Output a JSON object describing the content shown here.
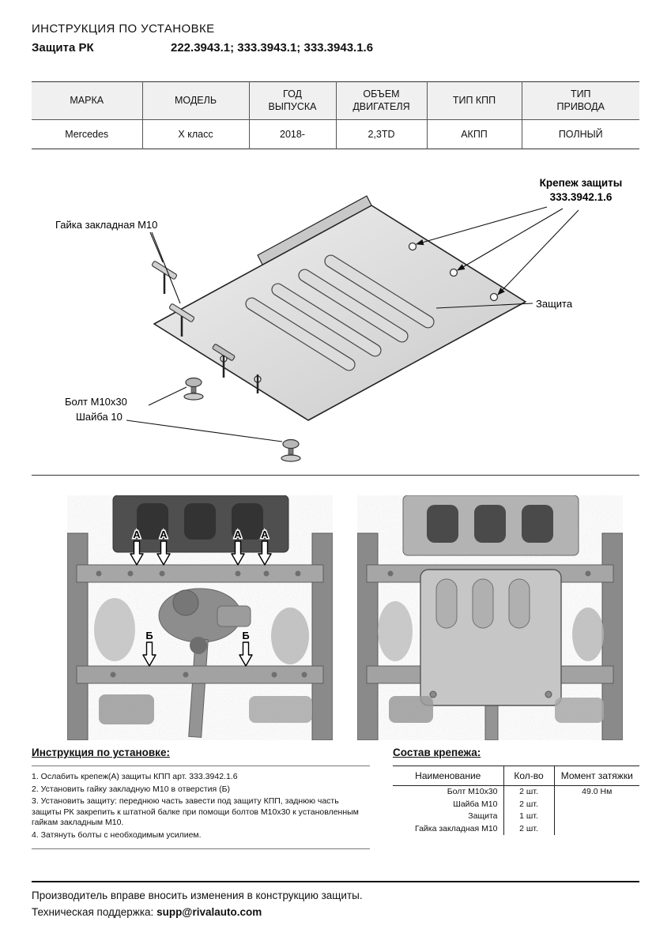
{
  "doc": {
    "title": "ИНСТРУКЦИЯ ПО УСТАНОВКЕ",
    "product": "Защита РК",
    "articles": "222.3943.1; 333.3943.1; 333.3943.1.6"
  },
  "spec_table": {
    "headers": [
      "МАРКА",
      "МОДЕЛЬ",
      "ГОД\nВЫПУСКА",
      "ОБЪЕМ\nДВИГАТЕЛЯ",
      "ТИП КПП",
      "ТИП\nПРИВОДА"
    ],
    "row": [
      "Mercedes",
      "X класс",
      "2018-",
      "2,3TD",
      "АКПП",
      "ПОЛНЫЙ"
    ]
  },
  "diagram": {
    "labels": {
      "fastener_title": "Крепеж защиты",
      "fastener_article": "333.3942.1.6",
      "rivet_nut": "Гайка закладная М10",
      "shield": "Защита",
      "bolt": "Болт М10х30",
      "washer": "Шайба 10"
    }
  },
  "photos": {
    "marker_a": "А",
    "marker_b": "Б"
  },
  "installation": {
    "title": "Инструкция по установке:",
    "steps": [
      "1. Ослабить крепеж(А) защиты КПП арт. 333.3942.1.6",
      "2. Установить гайку закладную М10 в отверстия (Б)",
      "3. Установить защиту: переднюю часть завести под защиту КПП, заднюю часть защиты РК закрепить к штатной балке при помощи болтов М10х30 к установленным гайкам закладным М10.",
      "4. Затянуть болты с необходимым усилием."
    ]
  },
  "hardware": {
    "title": "Состав крепежа:",
    "headers": [
      "Наименование",
      "Кол-во",
      "Момент затяжки"
    ],
    "rows": [
      {
        "name": "Болт М10х30",
        "qty": "2 шт.",
        "torque": "49.0 Нм"
      },
      {
        "name": "Шайба М10",
        "qty": "2 шт.",
        "torque": ""
      },
      {
        "name": "Защита",
        "qty": "1 шт.",
        "torque": ""
      },
      {
        "name": "Гайка закладная М10",
        "qty": "2 шт.",
        "torque": ""
      }
    ]
  },
  "footer": {
    "notice": "Производитель вправе вносить изменения в конструкцию защиты.",
    "support_label": "Техническая поддержка:",
    "support_email": "supp@rivalauto.com"
  }
}
